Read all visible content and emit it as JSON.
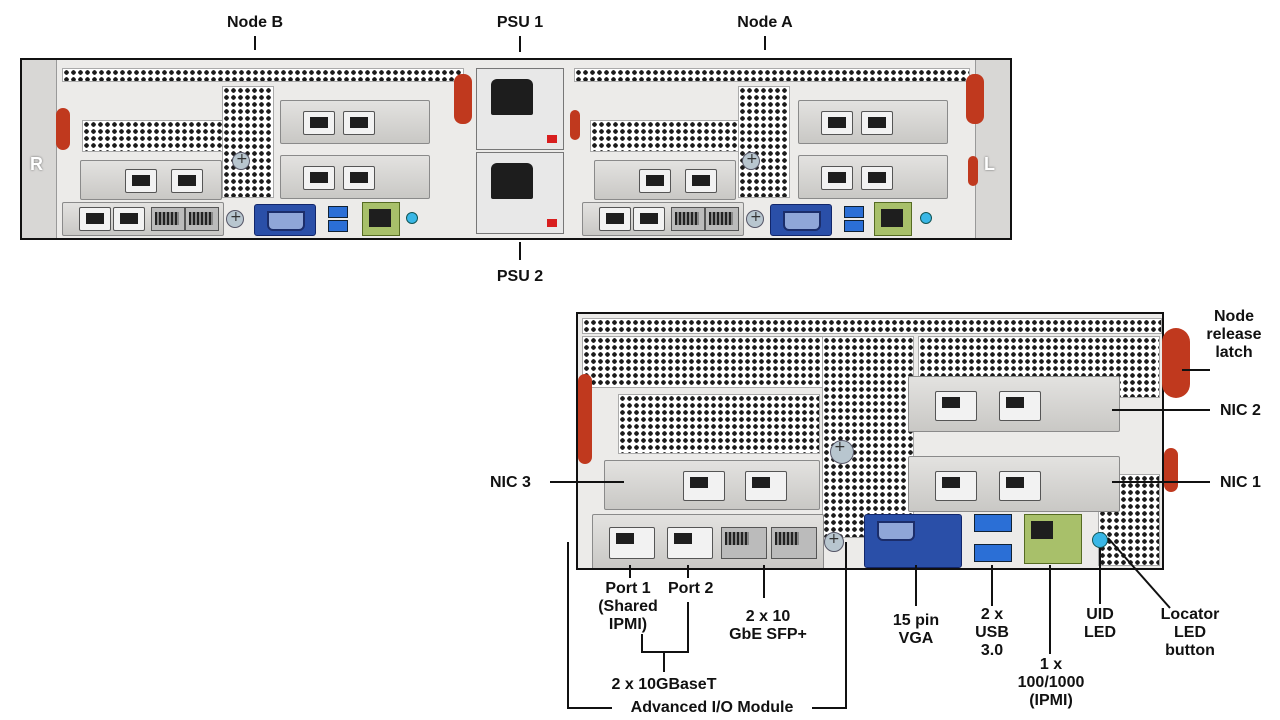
{
  "labels": {
    "node_b": "Node B",
    "psu1": "PSU 1",
    "node_a": "Node A",
    "psu2": "PSU 2",
    "ear_left": "R",
    "ear_right": "L",
    "node_release_latch": "Node\nrelease\nlatch",
    "nic2": "NIC 2",
    "nic1": "NIC 1",
    "nic3": "NIC 3",
    "port1": "Port 1\n(Shared\nIPMI)",
    "port2": "Port 2",
    "sfp": "2 x 10\nGbE SFP+",
    "vga": "15 pin\nVGA",
    "usb": "2 x\nUSB\n3.0",
    "ipmi": "1 x\n100/1000\n(IPMI)",
    "uid_led": "UID\nLED",
    "locator": "Locator\nLED\nbutton",
    "tenG_baseT": "2 x 10GBaseT",
    "aiom": "Advanced I/O Module"
  },
  "colors": {
    "latch": "#c0391e",
    "vga": "#2a4fa8",
    "usb": "#2b6fd6",
    "ipmi": "#a8c06a",
    "led": "#39b7e6"
  }
}
